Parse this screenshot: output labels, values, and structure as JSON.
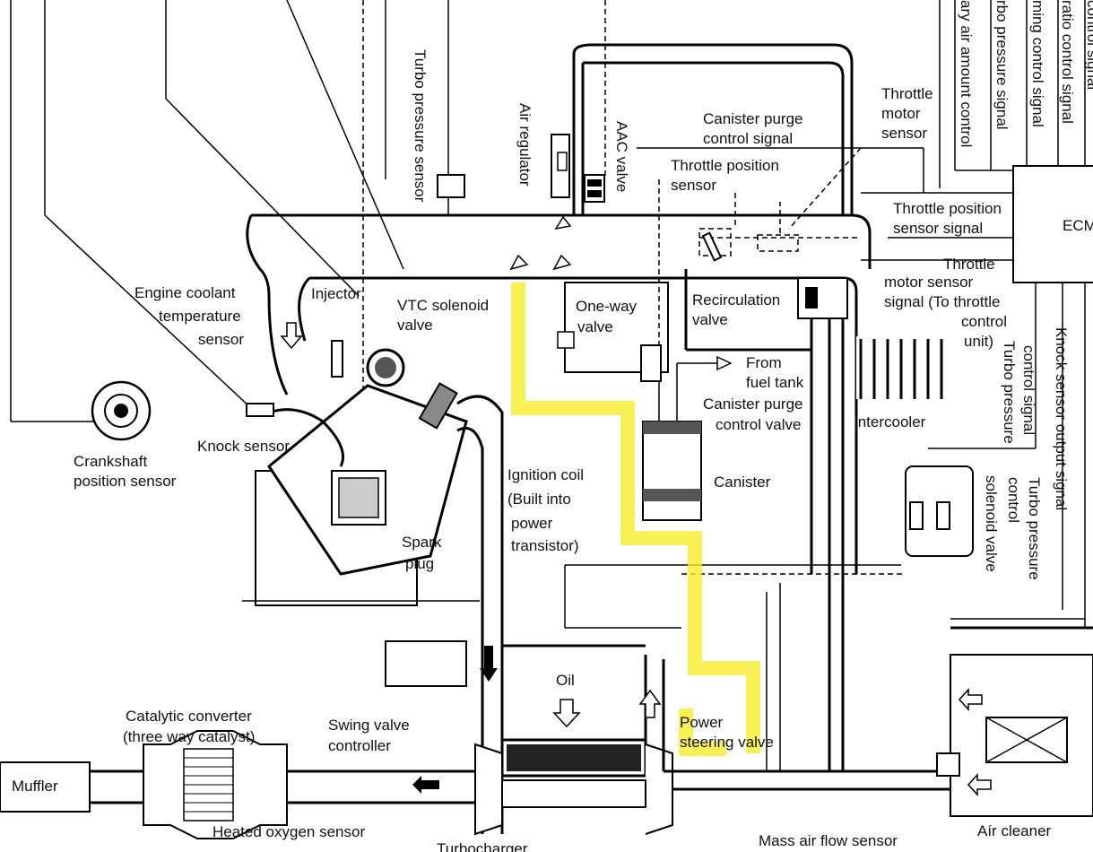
{
  "colors": {
    "highlight": "#f5ee2b",
    "line": "#000000",
    "background": "#ffffff"
  },
  "labels": {
    "turbo_pressure_sensor": "Turbo pressure sensor",
    "air_regulator": "Air regulator",
    "aac_valve": "AAC valve",
    "canister_purge_control_signal_1": "Canister purge",
    "canister_purge_control_signal_2": "control signal",
    "throttle_motor_sensor_1": "Throttle",
    "throttle_motor_sensor_2": "motor",
    "throttle_motor_sensor_3": "sensor",
    "throttle_position_sensor_1": "Throttle position",
    "throttle_position_sensor_2": "sensor",
    "throttle_position_sensor_signal_1": "Throttle position",
    "throttle_position_sensor_signal_2": "sensor signal",
    "ecm": "ECM",
    "throttle_motor_sensor_signal_1": "Throttle",
    "throttle_motor_sensor_signal_2": "motor sensor",
    "throttle_motor_sensor_signal_3": "signal (To throttle",
    "throttle_motor_sensor_signal_4": "control",
    "throttle_motor_sensor_signal_5": "unit)",
    "engine_coolant_1": "Engine coolant",
    "engine_coolant_2": "temperature",
    "engine_coolant_3": "sensor",
    "injector": "Injector",
    "vtc_1": "VTC solenoid",
    "vtc_2": "valve",
    "one_way_1": "One-way",
    "one_way_2": "valve",
    "recirculation_1": "Recirculation",
    "recirculation_2": "valve",
    "from_fuel_tank_1": "From",
    "from_fuel_tank_2": "fuel tank",
    "canister_purge_valve_1": "Canister purge",
    "canister_purge_valve_2": "control valve",
    "intercooler": "Intercooler",
    "crankshaft_1": "Crankshaft",
    "crankshaft_2": "position sensor",
    "knock_sensor": "Knock sensor",
    "ignition_1": "Ignition coil",
    "ignition_2": "(Built into",
    "ignition_3": "power",
    "ignition_4": "transistor)",
    "canister": "Canister",
    "spark_1": "Spark",
    "spark_2": "plug",
    "oil": "Oil",
    "power_steering_1": "Power",
    "power_steering_2": "steering valve",
    "catalytic_1": "Catalytic converter",
    "catalytic_2": "(three way catalyst)",
    "swing_1": "Swing valve",
    "swing_2": "controller",
    "muffler": "Muffler",
    "heated_oxygen": "Heated oxygen sensor",
    "turbocharger": "Turbocharger",
    "mass_air_flow": "Mass air flow sensor",
    "air_cleaner": "Aír cleaner",
    "turbo_pressure_control_signal_1": "Turbo pressure",
    "turbo_pressure_control_signal_2": "control signal",
    "knock_sensor_output": "Knock sensor output signal",
    "turbo_pressure_control_solenoid_1": "Turbo pressure",
    "turbo_pressure_control_solenoid_2": "control",
    "turbo_pressure_control_solenoid_3": "solenoid valve",
    "top_signal_1": "ary air amount control",
    "top_signal_2": "rbo pressure signal",
    "top_signal_3": "ming control signal",
    "top_signal_4": "ratio control signal",
    "top_signal_5": "control signal"
  }
}
